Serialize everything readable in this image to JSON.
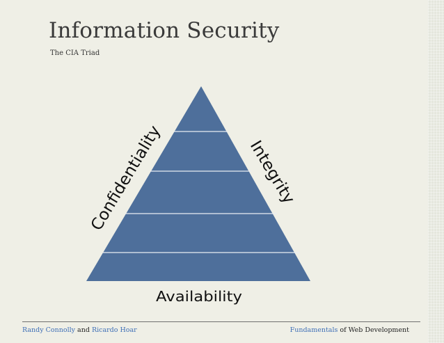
{
  "slide": {
    "title": "Information Security",
    "subtitle": "The CIA Triad"
  },
  "diagram": {
    "labels": {
      "left": "Confidentiality",
      "right": "Integrity",
      "bottom": "Availability"
    },
    "colors": {
      "triangle_fill": "#4e6f9b",
      "band_lines": "#e9edf3",
      "text": "#111111"
    }
  },
  "footer": {
    "author1": "Randy Connolly",
    "and": "and",
    "author2": "Ricardo Hoar",
    "book_highlight": "Fundamentals",
    "book_rest": "of Web Development"
  },
  "colors": {
    "background": "#efefe6",
    "accent": "#3f6fb6",
    "title": "#3a3a3a"
  }
}
